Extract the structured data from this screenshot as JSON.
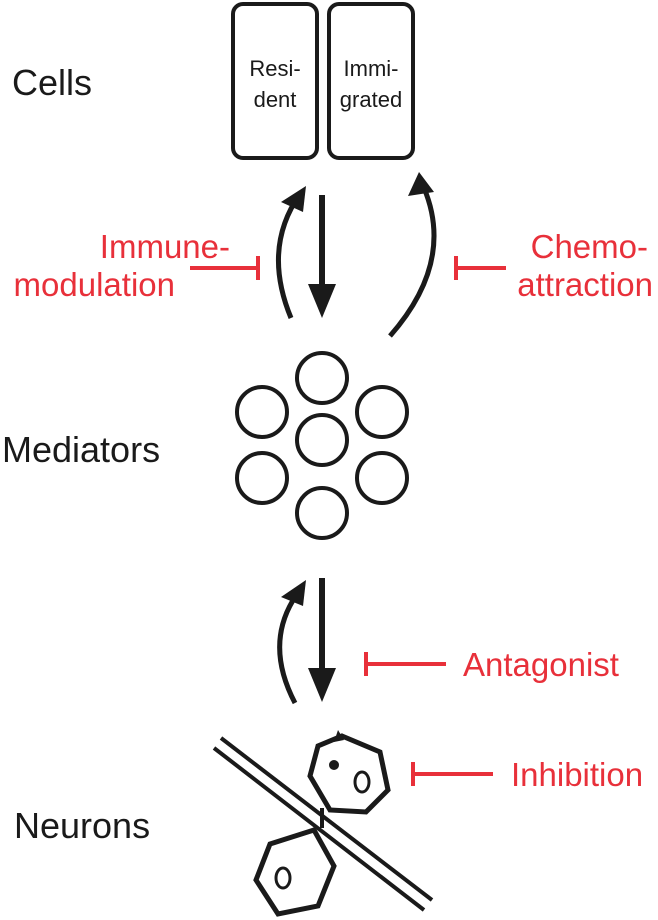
{
  "labels": {
    "cells": "Cells",
    "mediators": "Mediators",
    "neurons": "Neurons"
  },
  "cell_boxes": {
    "resident": [
      "Resi-",
      "dent"
    ],
    "immigrated": [
      "Immi-",
      "grated"
    ]
  },
  "interventions": {
    "immunomodulation": [
      "Immune-",
      "modulation"
    ],
    "chemoattraction": [
      "Chemo-",
      "attraction"
    ],
    "antagonist": "Antagonist",
    "inhibition": "Inhibition"
  },
  "colors": {
    "ink": "#1a1a1a",
    "intervention": "#e8303a"
  }
}
